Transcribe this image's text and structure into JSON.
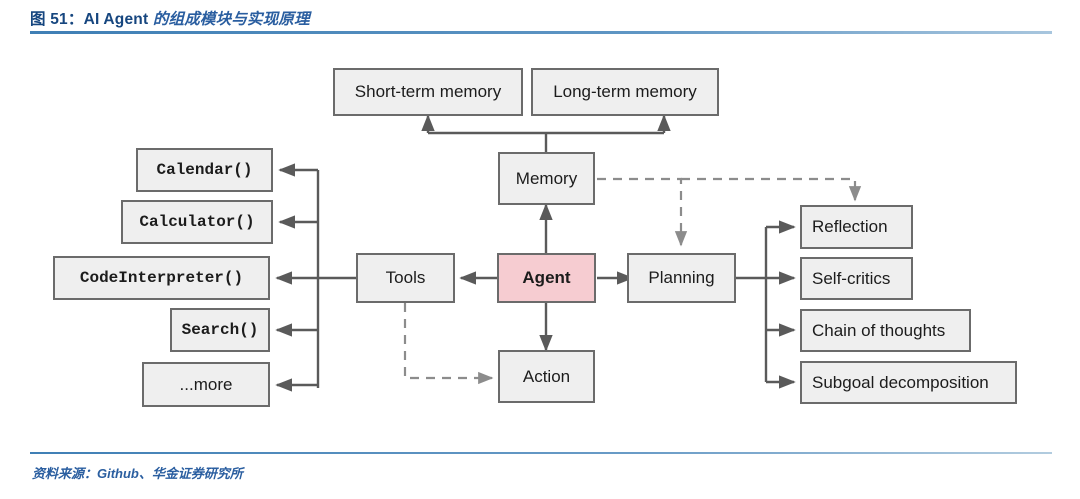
{
  "header": {
    "figure_label": "图 51：",
    "title_en": "AI Agent ",
    "title_cn": "的组成模块与实现原理"
  },
  "footer": {
    "source": "资料来源：Github、华金证券研究所"
  },
  "colors": {
    "title_blue": "#16467f",
    "rule_blue": "#3f7fb5",
    "node_fill": "#efefef",
    "node_border": "#6b6b6b",
    "agent_fill": "#f6ccd1",
    "edge_solid": "#5a5a5a",
    "edge_dashed": "#8c8c8c"
  },
  "diagram": {
    "type": "block-diagram",
    "nodes": {
      "short_term_memory": {
        "label": "Short-term memory"
      },
      "long_term_memory": {
        "label": "Long-term memory"
      },
      "memory": {
        "label": "Memory"
      },
      "agent": {
        "label": "Agent"
      },
      "tools": {
        "label": "Tools"
      },
      "planning": {
        "label": "Planning"
      },
      "action": {
        "label": "Action"
      },
      "calendar": {
        "label": "Calendar()"
      },
      "calculator": {
        "label": "Calculator()"
      },
      "code_interpreter": {
        "label": "CodeInterpreter()"
      },
      "search": {
        "label": "Search()"
      },
      "more": {
        "label": "...more"
      },
      "reflection": {
        "label": "Reflection"
      },
      "self_critics": {
        "label": "Self-critics"
      },
      "chain_of_thoughts": {
        "label": "Chain of thoughts"
      },
      "subgoal_decomposition": {
        "label": "Subgoal decomposition"
      }
    },
    "edges": [
      {
        "from": "memory",
        "to": "short_term_memory",
        "style": "solid"
      },
      {
        "from": "memory",
        "to": "long_term_memory",
        "style": "solid"
      },
      {
        "from": "agent",
        "to": "memory",
        "style": "solid"
      },
      {
        "from": "agent",
        "to": "tools",
        "style": "solid"
      },
      {
        "from": "agent",
        "to": "planning",
        "style": "solid"
      },
      {
        "from": "agent",
        "to": "action",
        "style": "solid"
      },
      {
        "from": "tools",
        "to": "calendar",
        "style": "solid"
      },
      {
        "from": "tools",
        "to": "calculator",
        "style": "solid"
      },
      {
        "from": "tools",
        "to": "code_interpreter",
        "style": "solid"
      },
      {
        "from": "tools",
        "to": "search",
        "style": "solid"
      },
      {
        "from": "tools",
        "to": "more",
        "style": "solid"
      },
      {
        "from": "planning",
        "to": "reflection",
        "style": "solid"
      },
      {
        "from": "planning",
        "to": "self_critics",
        "style": "solid"
      },
      {
        "from": "planning",
        "to": "chain_of_thoughts",
        "style": "solid"
      },
      {
        "from": "planning",
        "to": "subgoal_decomposition",
        "style": "solid"
      },
      {
        "from": "memory",
        "to": "planning",
        "style": "dashed"
      },
      {
        "from": "memory",
        "to": "reflection",
        "style": "dashed"
      },
      {
        "from": "tools",
        "to": "action",
        "style": "dashed"
      }
    ]
  }
}
